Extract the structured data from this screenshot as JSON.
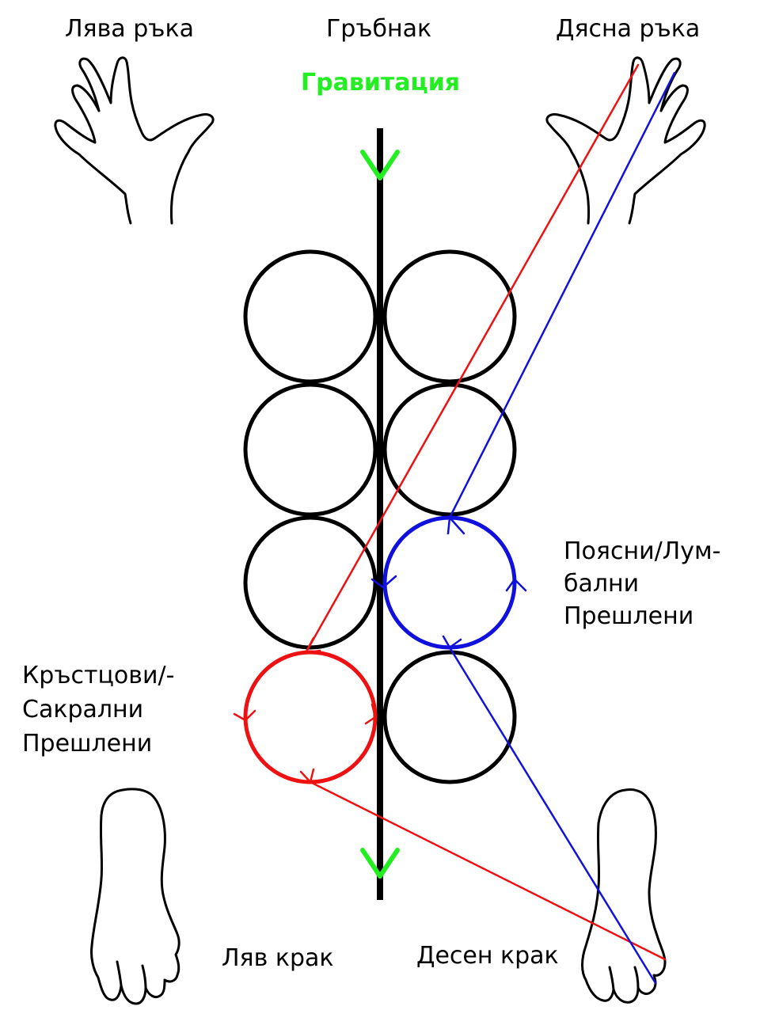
{
  "labels": {
    "left_hand": "Лява ръка",
    "spine": "Гръбнак",
    "right_hand": "Дясна ръка",
    "gravity": "Гравитация",
    "lumbar_line1": "Поясни/Лум-",
    "lumbar_line2": "бални",
    "lumbar_line3": "Прешлени",
    "sacral_line1": "Кръстцови/-",
    "sacral_line2": "Сакрални",
    "sacral_line3": "Прешлени",
    "left_foot": "Ляв крак",
    "right_foot": "Десен крак"
  },
  "colors": {
    "gravity": "#22ee22",
    "spine": "#000000",
    "red_path": "#ee1111",
    "blue_path": "#1111dd",
    "outline": "#000000"
  },
  "icons": [
    "left-hand-icon",
    "right-hand-icon",
    "left-foot-icon",
    "right-foot-icon",
    "gravity-arrow-icon"
  ]
}
